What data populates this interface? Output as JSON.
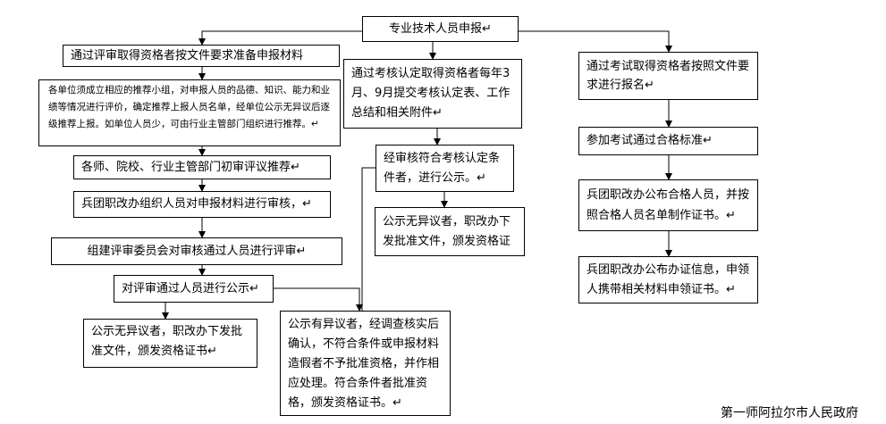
{
  "boxes": {
    "top": "专业技术人员申报↵",
    "review_prepare": "通过评审取得资格者按文件要求准备申报材料",
    "unit_group": "各单位须成立相应的推荐小组，对申报人员的品德、知识、能力和业绩等情况进行评价，确定推荐上报人员名单，经单位公示无异议后逐级推荐上报。如单位人员少，可由行业主管部门组织进行推荐。↵",
    "teacher_review": "各师、院校、行业主管部门初审评议推荐↵",
    "bingtuan_audit": "兵团职改办组织人员对申报材料进行审核，↵",
    "committee": "组建评审委员会对审核通过人员进行评审↵",
    "publicize": "对评审通过人员进行公示↵",
    "no_objection_left": "公示无异议者，职改办下发批准文件，颁发资格证书↵",
    "objection": "公示有异议者，经调查核实后确认，不符合条件或申报材料造假者不予批准资格，并作相应处理。符合条件者批准资格，颁发资格证书。↵",
    "assess": "通过考核认定取得资格者每年3月、9月提交考核认定表、工作总结和相关附件↵",
    "assess_pass": "经审核符合考核认定条件者，进行公示。↵",
    "assess_no_objection": "公示无异议者，职改办下发批准文件，颁发资格证",
    "exam_register": "通过考试取得资格者按照文件要求进行报名↵",
    "exam_pass": "参加考试通过合格标准↵",
    "exam_publish": "兵团职改办公布合格人员，并按照合格人员名单制作证书。↵",
    "cert_info": "兵团职改办公布办证信息，申领人携带相关材料申领证书。↵"
  },
  "footer": "第一师阿拉尔市人民政府"
}
